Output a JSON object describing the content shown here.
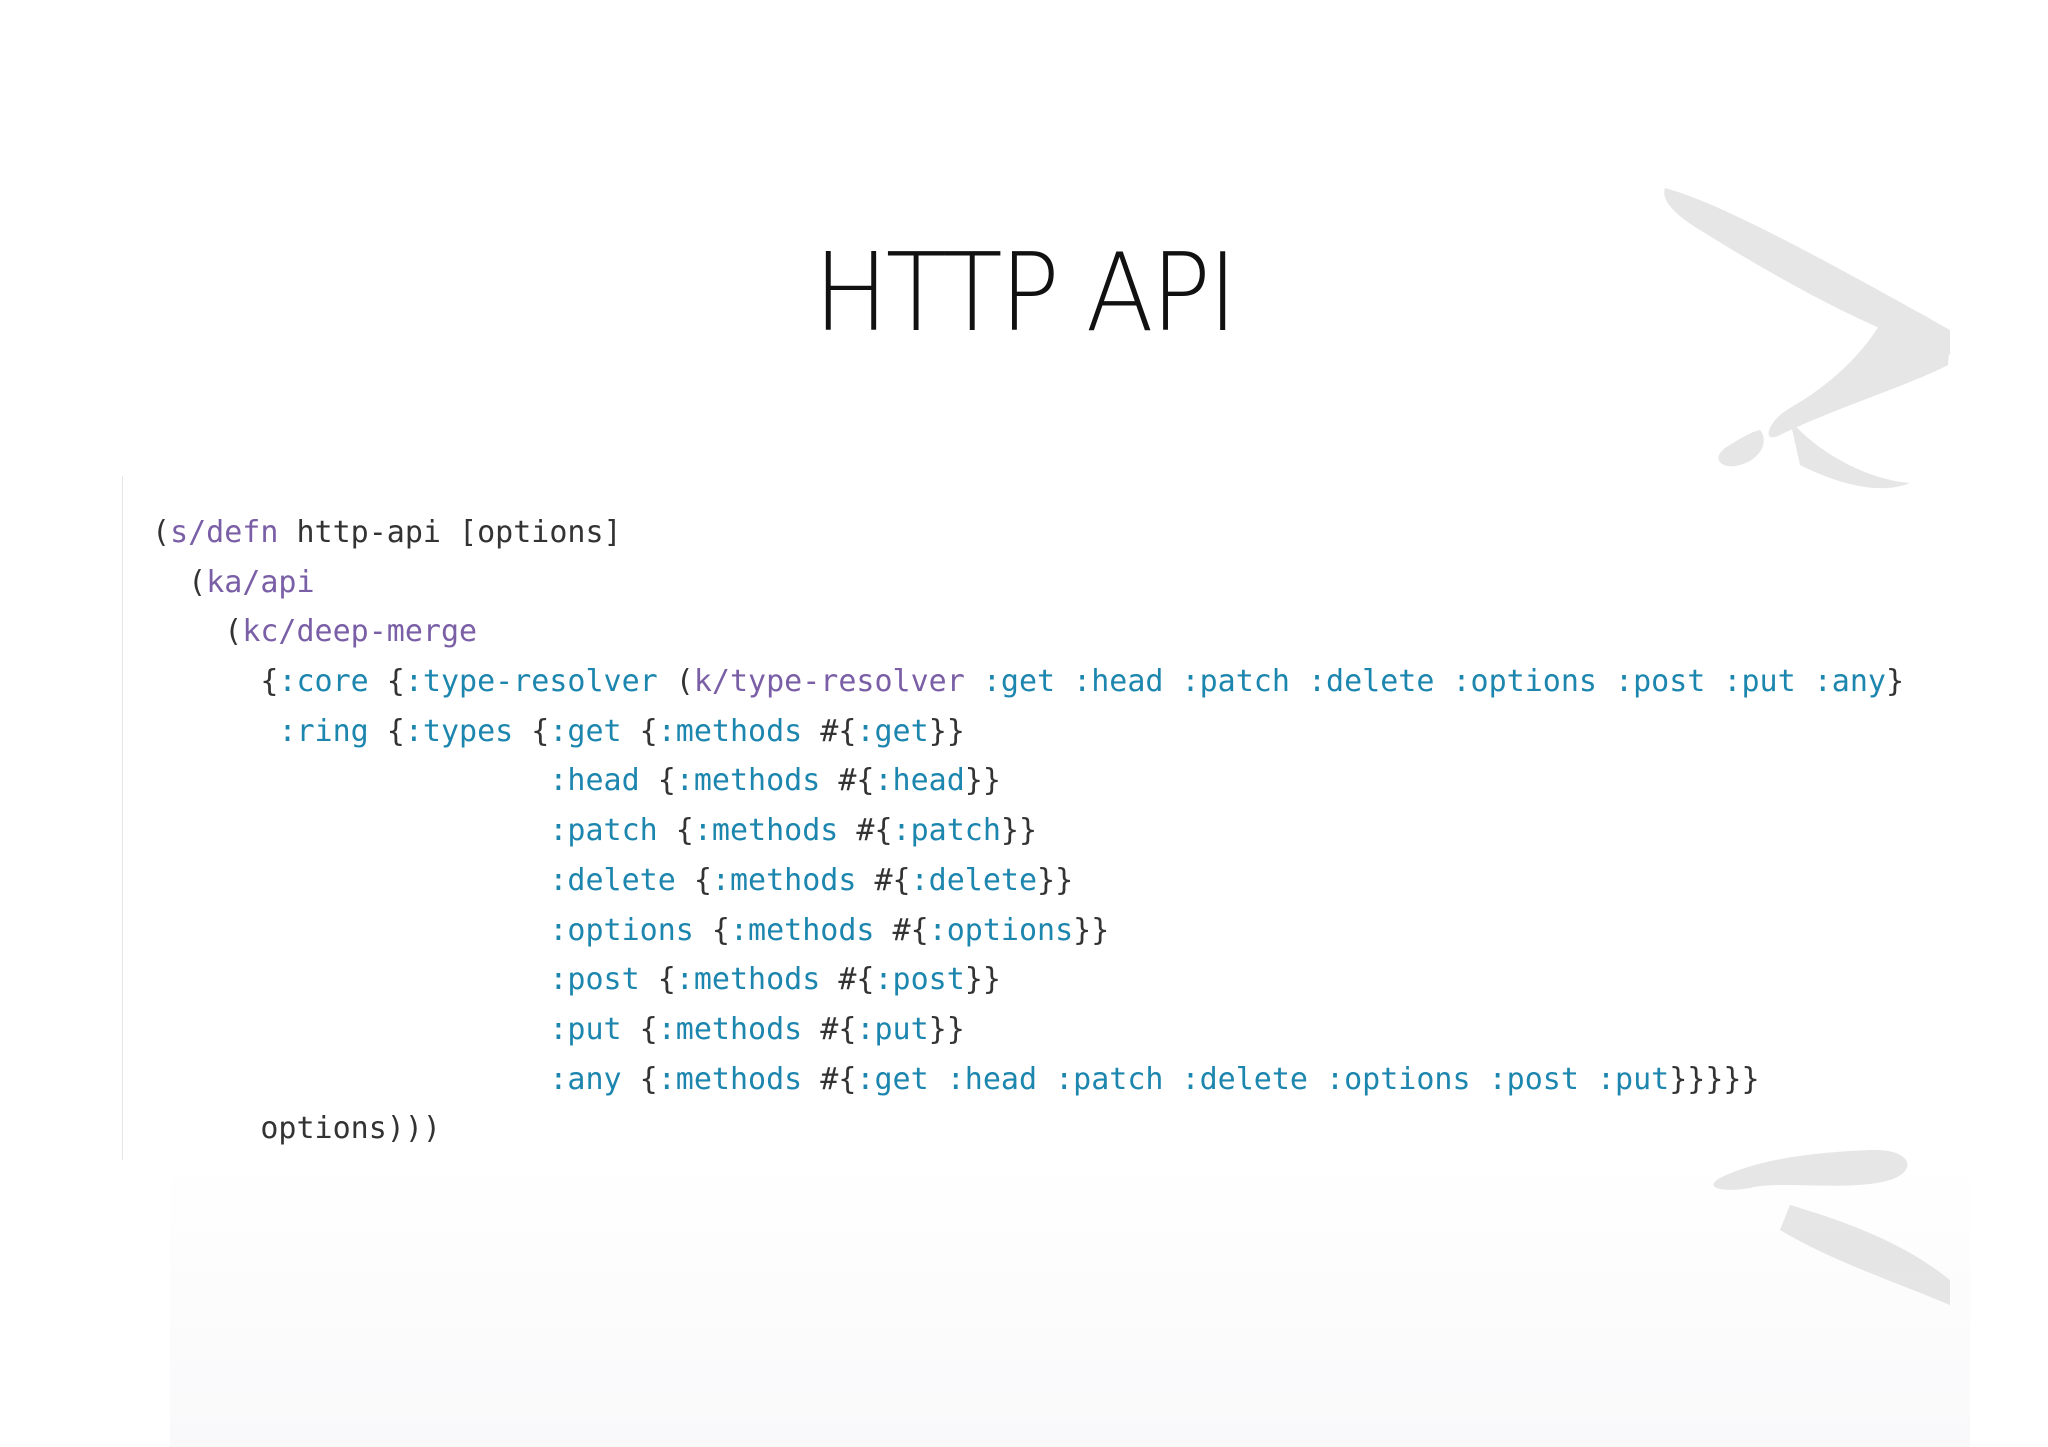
{
  "slide": {
    "title": "HTTP API"
  },
  "code": {
    "lines": [
      [
        {
          "t": "(",
          "c": "pl"
        },
        {
          "t": "s/defn",
          "c": "kw"
        },
        {
          "t": " http-api [options]",
          "c": "pl"
        }
      ],
      [
        {
          "t": "  (",
          "c": "pl"
        },
        {
          "t": "ka/api",
          "c": "kw"
        }
      ],
      [
        {
          "t": "    (",
          "c": "pl"
        },
        {
          "t": "kc/deep-merge",
          "c": "kw"
        }
      ],
      [
        {
          "t": "      {",
          "c": "pl"
        },
        {
          "t": ":core",
          "c": "kt"
        },
        {
          "t": " {",
          "c": "pl"
        },
        {
          "t": ":type-resolver",
          "c": "kt"
        },
        {
          "t": " (",
          "c": "pl"
        },
        {
          "t": "k/type-resolver",
          "c": "kw"
        },
        {
          "t": " ",
          "c": "pl"
        },
        {
          "t": ":get :head :patch :delete :options :post :put :any",
          "c": "kt"
        },
        {
          "t": "}",
          "c": "pl"
        }
      ],
      [
        {
          "t": "       ",
          "c": "pl"
        },
        {
          "t": ":ring",
          "c": "kt"
        },
        {
          "t": " {",
          "c": "pl"
        },
        {
          "t": ":types",
          "c": "kt"
        },
        {
          "t": " {",
          "c": "pl"
        },
        {
          "t": ":get",
          "c": "kt"
        },
        {
          "t": " {",
          "c": "pl"
        },
        {
          "t": ":methods",
          "c": "kt"
        },
        {
          "t": " #{",
          "c": "pl"
        },
        {
          "t": ":get",
          "c": "kt"
        },
        {
          "t": "}}",
          "c": "pl"
        }
      ],
      [
        {
          "t": "                      ",
          "c": "pl"
        },
        {
          "t": ":head",
          "c": "kt"
        },
        {
          "t": " {",
          "c": "pl"
        },
        {
          "t": ":methods",
          "c": "kt"
        },
        {
          "t": " #{",
          "c": "pl"
        },
        {
          "t": ":head",
          "c": "kt"
        },
        {
          "t": "}}",
          "c": "pl"
        }
      ],
      [
        {
          "t": "                      ",
          "c": "pl"
        },
        {
          "t": ":patch",
          "c": "kt"
        },
        {
          "t": " {",
          "c": "pl"
        },
        {
          "t": ":methods",
          "c": "kt"
        },
        {
          "t": " #{",
          "c": "pl"
        },
        {
          "t": ":patch",
          "c": "kt"
        },
        {
          "t": "}}",
          "c": "pl"
        }
      ],
      [
        {
          "t": "                      ",
          "c": "pl"
        },
        {
          "t": ":delete",
          "c": "kt"
        },
        {
          "t": " {",
          "c": "pl"
        },
        {
          "t": ":methods",
          "c": "kt"
        },
        {
          "t": " #{",
          "c": "pl"
        },
        {
          "t": ":delete",
          "c": "kt"
        },
        {
          "t": "}}",
          "c": "pl"
        }
      ],
      [
        {
          "t": "                      ",
          "c": "pl"
        },
        {
          "t": ":options",
          "c": "kt"
        },
        {
          "t": " {",
          "c": "pl"
        },
        {
          "t": ":methods",
          "c": "kt"
        },
        {
          "t": " #{",
          "c": "pl"
        },
        {
          "t": ":options",
          "c": "kt"
        },
        {
          "t": "}}",
          "c": "pl"
        }
      ],
      [
        {
          "t": "                      ",
          "c": "pl"
        },
        {
          "t": ":post",
          "c": "kt"
        },
        {
          "t": " {",
          "c": "pl"
        },
        {
          "t": ":methods",
          "c": "kt"
        },
        {
          "t": " #{",
          "c": "pl"
        },
        {
          "t": ":post",
          "c": "kt"
        },
        {
          "t": "}}",
          "c": "pl"
        }
      ],
      [
        {
          "t": "                      ",
          "c": "pl"
        },
        {
          "t": ":put",
          "c": "kt"
        },
        {
          "t": " {",
          "c": "pl"
        },
        {
          "t": ":methods",
          "c": "kt"
        },
        {
          "t": " #{",
          "c": "pl"
        },
        {
          "t": ":put",
          "c": "kt"
        },
        {
          "t": "}}",
          "c": "pl"
        }
      ],
      [
        {
          "t": "                      ",
          "c": "pl"
        },
        {
          "t": ":any",
          "c": "kt"
        },
        {
          "t": " {",
          "c": "pl"
        },
        {
          "t": ":methods",
          "c": "kt"
        },
        {
          "t": " #{",
          "c": "pl"
        },
        {
          "t": ":get :head :patch :delete :options :post :put",
          "c": "kt"
        },
        {
          "t": "}}}}}",
          "c": "pl"
        }
      ],
      [
        {
          "t": "      options)))",
          "c": "pl"
        }
      ]
    ]
  },
  "colors": {
    "background": "#ffffff",
    "title_text": "#111111",
    "plain_text": "#333333",
    "symbol_purple": "#7a5fa6",
    "keyword_teal": "#1d86ae",
    "brush_decoration": "#dcdcdc"
  }
}
